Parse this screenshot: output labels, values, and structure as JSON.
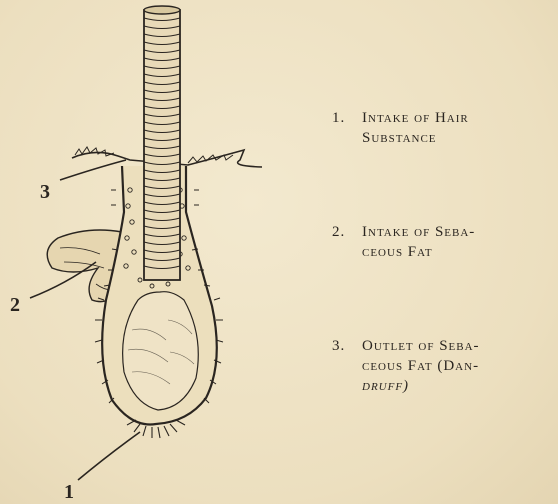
{
  "diagram": {
    "labels": {
      "one": "1",
      "two": "2",
      "three": "3"
    }
  },
  "legend": [
    {
      "number": "1.",
      "lines": [
        "Intake of Hair",
        "Substance"
      ]
    },
    {
      "number": "2.",
      "lines": [
        "Intake of Seba-",
        "ceous Fat"
      ]
    },
    {
      "number": "3.",
      "lines": [
        "Outlet of Seba-",
        "ceous Fat (Dan-",
        "druff)"
      ]
    }
  ]
}
